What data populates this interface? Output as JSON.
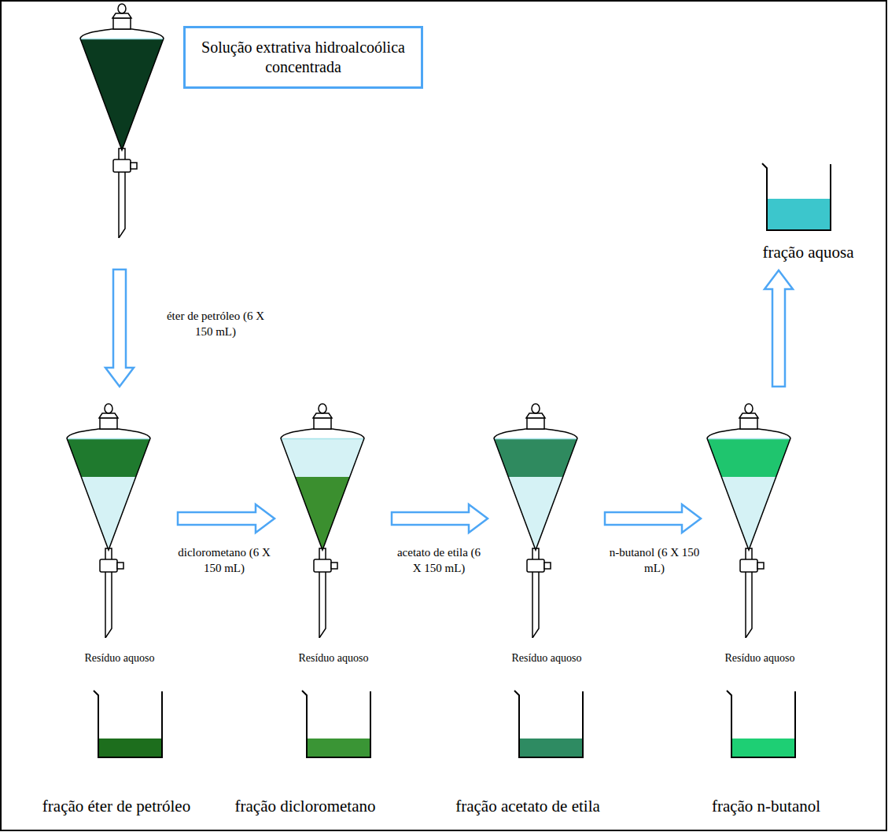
{
  "diagram": {
    "nodes": [
      {
        "text": [
          "Solução extrativa hidroalcoólica concentrada"
        ]
      },
      {
        "text": [
          "Resíduo aquoso"
        ]
      },
      {
        "text": [
          "Resíduo aquoso"
        ]
      },
      {
        "text": [
          "Resíduo aquoso"
        ]
      },
      {
        "text": [
          "Resíduo aquoso"
        ]
      },
      {
        "text": [
          "fração aquosa"
        ]
      },
      {
        "text": [
          "fração éter de petróleo"
        ]
      },
      {
        "text": [
          "fração diclorometano"
        ]
      },
      {
        "text": [
          "fração acetato de etila"
        ]
      },
      {
        "text": [
          "fração n-butanol"
        ]
      }
    ],
    "edges": [
      {
        "from": 0,
        "to": 1,
        "label": "éter de petróleo (6 X 150 mL)",
        "arrow": "to"
      },
      {
        "from": 1,
        "to": 2,
        "label": "diclorometano (6 X 150 mL)",
        "arrow": "to"
      },
      {
        "from": 2,
        "to": 3,
        "label": "acetato de etila (6 X 150 mL)",
        "arrow": "to"
      },
      {
        "from": 3,
        "to": 4,
        "label": "n-butanol (6 X 150 mL)",
        "arrow": "to"
      },
      {
        "from": 4,
        "to": 5,
        "arrow": "to"
      }
    ]
  }
}
